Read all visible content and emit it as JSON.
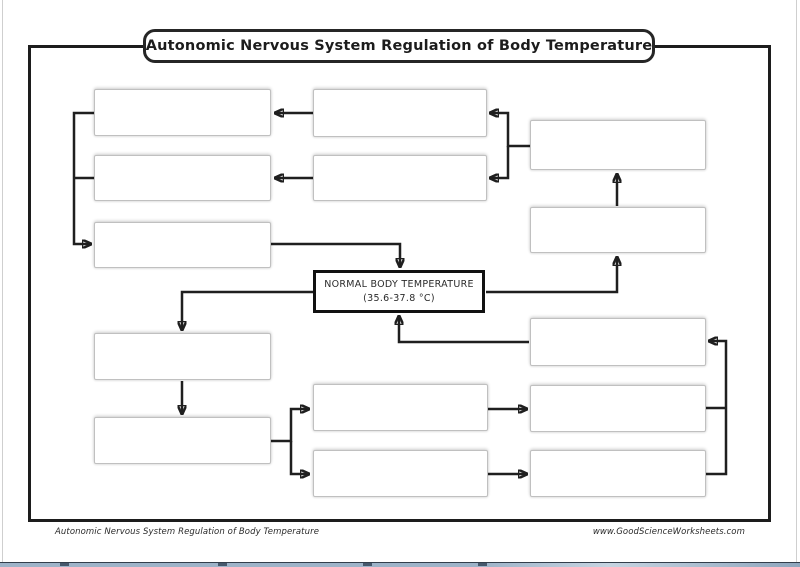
{
  "page": {
    "title": "Autonomic Nervous System Regulation of Body Temperature",
    "footer": {
      "left": "Autonomic Nervous System Regulation of Body Temperature",
      "right": "www.GoodScienceWorksheets.com"
    }
  },
  "diagram": {
    "type": "flowchart-worksheet",
    "center_box": {
      "line1": "NORMAL BODY TEMPERATURE",
      "line2": "(35.6-37.8 °C)"
    },
    "empty_boxes": [
      {
        "id": "top-left-1",
        "label": ""
      },
      {
        "id": "top-left-2",
        "label": ""
      },
      {
        "id": "top-left-3",
        "label": ""
      },
      {
        "id": "top-middle-1",
        "label": ""
      },
      {
        "id": "top-middle-2",
        "label": ""
      },
      {
        "id": "top-right-1",
        "label": ""
      },
      {
        "id": "top-right-2",
        "label": ""
      },
      {
        "id": "bottom-left-1",
        "label": ""
      },
      {
        "id": "bottom-left-2",
        "label": ""
      },
      {
        "id": "bottom-middle-1",
        "label": ""
      },
      {
        "id": "bottom-middle-2",
        "label": ""
      },
      {
        "id": "bottom-right-1",
        "label": ""
      },
      {
        "id": "bottom-right-2",
        "label": ""
      },
      {
        "id": "bottom-right-3",
        "label": ""
      }
    ],
    "colors": {
      "line": "#1f1f1f",
      "box_border": "#c0c0c0",
      "center_box_border": "#111111",
      "background": "#ffffff"
    }
  }
}
